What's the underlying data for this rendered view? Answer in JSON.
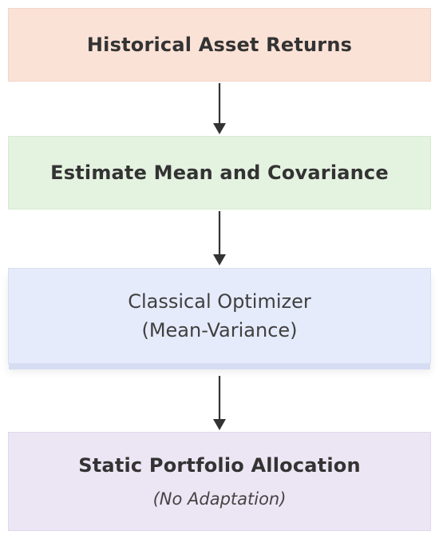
{
  "nodes": [
    {
      "label": "Historical Asset Returns"
    },
    {
      "label": "Estimate Mean and Covariance"
    },
    {
      "label_line1": "Classical Optimizer",
      "label_line2": "(Mean-Variance)"
    },
    {
      "label": "Static Portfolio Allocation",
      "sublabel": "(No Adaptation)"
    }
  ],
  "colors": {
    "box1": "#fbe2d6",
    "box2": "#e4f2e0",
    "box3": "#e6ebfb",
    "box4": "#ece6f4",
    "arrow": "#333333",
    "text": "#333333"
  }
}
